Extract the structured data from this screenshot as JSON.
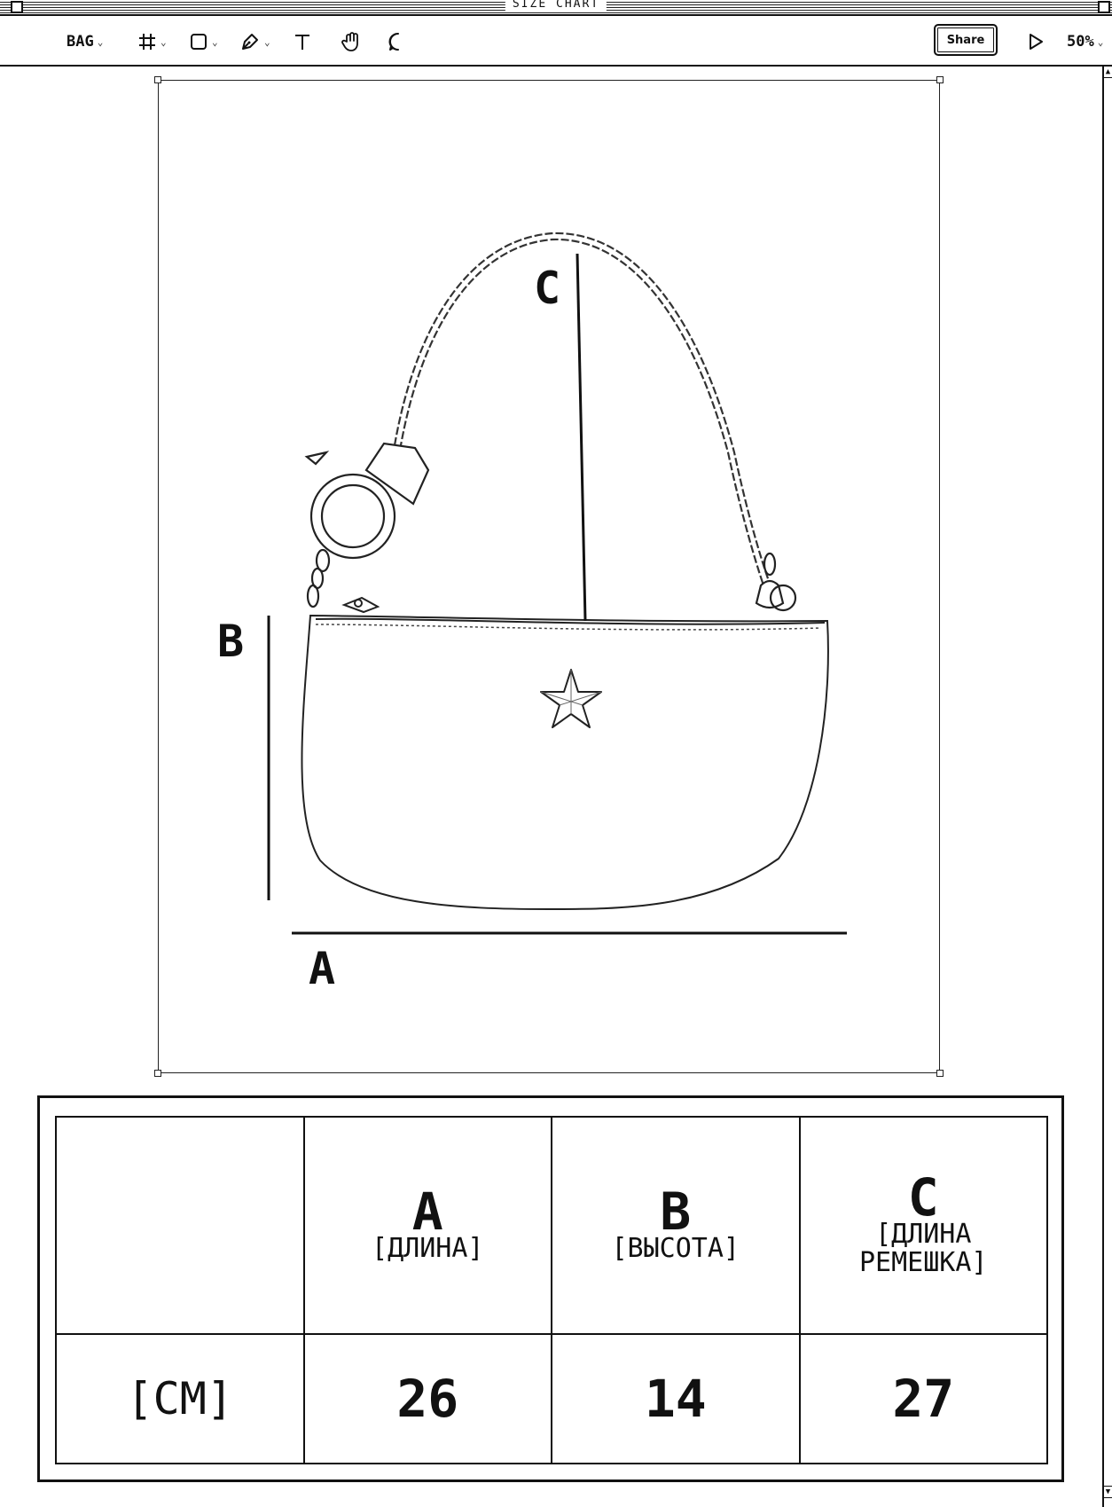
{
  "window": {
    "title": "SIZE CHART"
  },
  "toolbar": {
    "frame_label": "BAG",
    "share_label": "Share",
    "zoom": "50%",
    "icons": [
      "frame-grid-icon",
      "shape-rect-icon",
      "pen-tool-icon",
      "text-tool-icon",
      "hand-tool-icon",
      "comment-icon",
      "play-icon"
    ]
  },
  "diagram": {
    "label_a": "A",
    "label_b": "B",
    "label_c": "C"
  },
  "size_table": {
    "headers": [
      {
        "letter": "",
        "sub": ""
      },
      {
        "letter": "A",
        "sub": "[ДЛИНА]"
      },
      {
        "letter": "B",
        "sub": "[ВЫСОТА]"
      },
      {
        "letter": "C",
        "sub": "[ДЛИНА РЕМЕШКА]"
      }
    ],
    "row": {
      "unit": "[СМ]",
      "values": [
        "26",
        "14",
        "27"
      ]
    }
  }
}
